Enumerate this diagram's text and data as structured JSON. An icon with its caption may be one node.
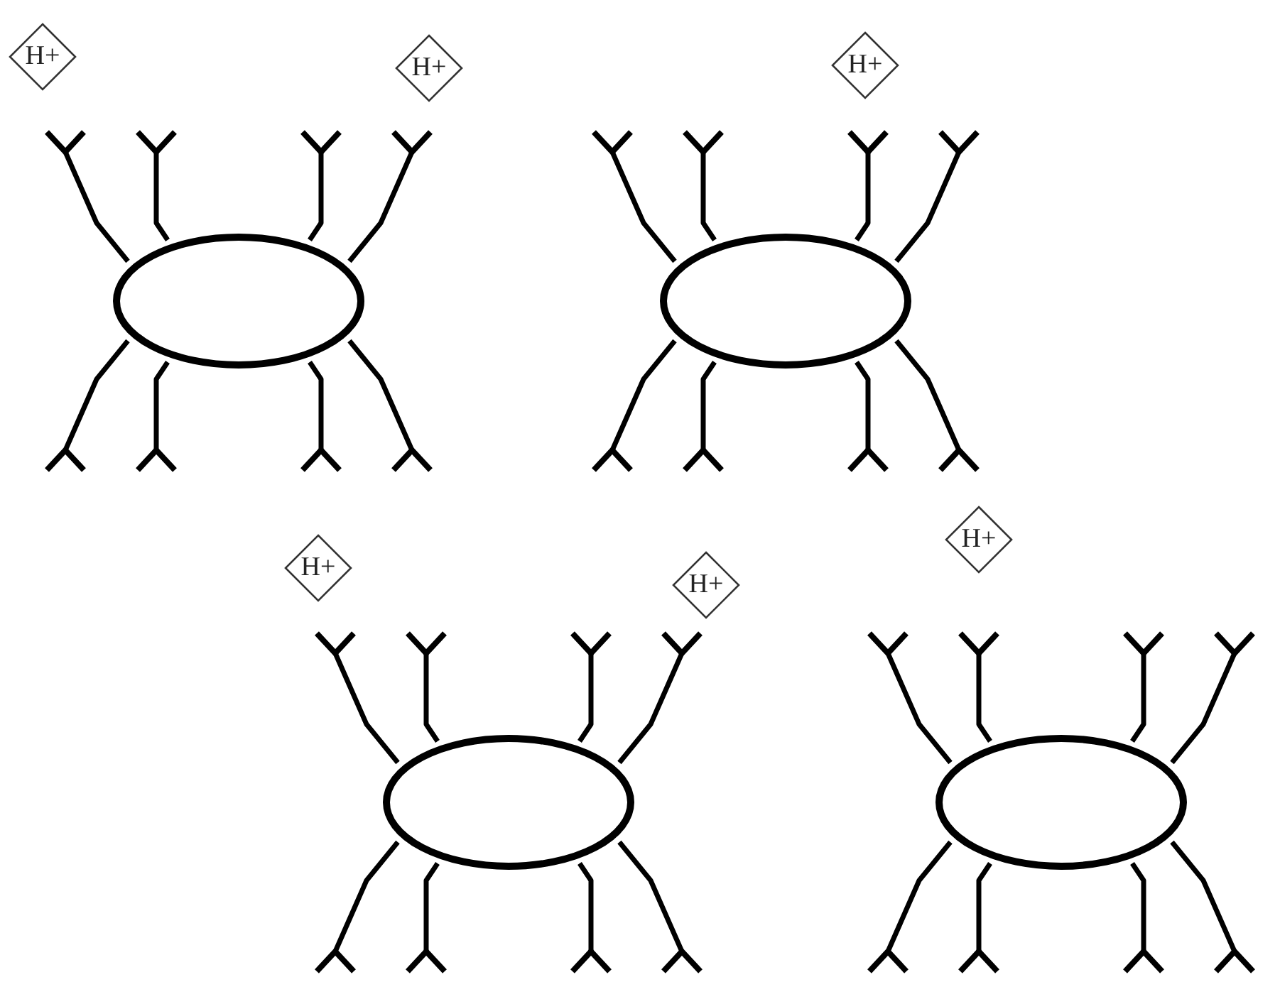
{
  "diagram": {
    "nodes": [
      {
        "text": [
          "H+"
        ]
      },
      {
        "text": [
          "H+"
        ]
      },
      {
        "text": [
          "H+"
        ]
      },
      {
        "text": [
          "H+"
        ]
      },
      {
        "text": [
          "H+"
        ]
      },
      {
        "text": [
          "H+"
        ]
      }
    ],
    "edges": []
  }
}
